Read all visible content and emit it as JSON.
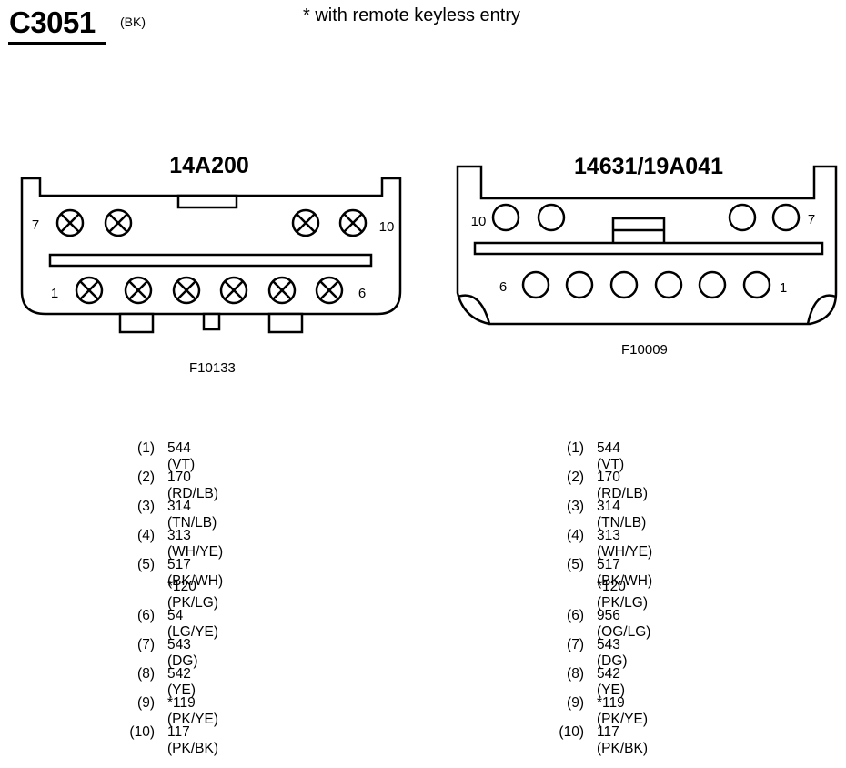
{
  "header": {
    "connector_id": "C3051",
    "color_code": "(BK)",
    "note": "* with remote keyless entry"
  },
  "left_connector": {
    "title": "14A200",
    "figure_id": "F10133",
    "pin_labels": {
      "top_left": "7",
      "top_right": "10",
      "bottom_left": "1",
      "bottom_right": "6"
    }
  },
  "right_connector": {
    "title": "14631/19A041",
    "figure_id": "F10009",
    "pin_labels": {
      "top_left": "10",
      "top_right": "7",
      "bottom_left": "6",
      "bottom_right": "1"
    }
  },
  "left_pins": [
    {
      "pin": "(1)",
      "wires": [
        "544 (VT)"
      ]
    },
    {
      "pin": "(2)",
      "wires": [
        "170 (RD/LB)"
      ]
    },
    {
      "pin": "(3)",
      "wires": [
        "314 (TN/LB)"
      ]
    },
    {
      "pin": "(4)",
      "wires": [
        "313 (WH/YE)"
      ]
    },
    {
      "pin": "(5)",
      "wires": [
        "517 (BK/WH)",
        "*120 (PK/LG)"
      ]
    },
    {
      "pin": "(6)",
      "wires": [
        "54 (LG/YE)"
      ]
    },
    {
      "pin": "(7)",
      "wires": [
        "543 (DG)"
      ]
    },
    {
      "pin": "(8)",
      "wires": [
        "542 (YE)"
      ]
    },
    {
      "pin": "(9)",
      "wires": [
        "*119 (PK/YE)"
      ]
    },
    {
      "pin": "(10)",
      "wires": [
        "117 (PK/BK)"
      ]
    }
  ],
  "right_pins": [
    {
      "pin": "(1)",
      "wires": [
        "544 (VT)"
      ]
    },
    {
      "pin": "(2)",
      "wires": [
        "170 (RD/LB)"
      ]
    },
    {
      "pin": "(3)",
      "wires": [
        "314 (TN/LB)"
      ]
    },
    {
      "pin": "(4)",
      "wires": [
        "313 (WH/YE)"
      ]
    },
    {
      "pin": "(5)",
      "wires": [
        "517 (BK/WH)",
        "*120 (PK/LG)"
      ]
    },
    {
      "pin": "(6)",
      "wires": [
        "956 (OG/LG)"
      ]
    },
    {
      "pin": "(7)",
      "wires": [
        "543 (DG)"
      ]
    },
    {
      "pin": "(8)",
      "wires": [
        "542 (YE)"
      ]
    },
    {
      "pin": "(9)",
      "wires": [
        "*119 (PK/YE)"
      ]
    },
    {
      "pin": "(10)",
      "wires": [
        "117 (PK/BK)"
      ]
    }
  ]
}
